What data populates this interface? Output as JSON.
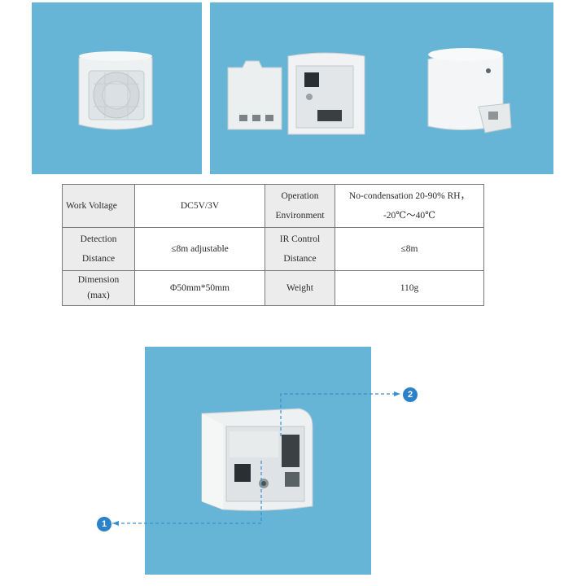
{
  "specs_table": {
    "rows": [
      {
        "label1": "Work Voltage",
        "value1": "DC5V/3V",
        "label2a": "Operation",
        "label2b": "Environment",
        "value2a": "No-condensation 20-90% RH，",
        "value2b": "-20℃～40℃"
      },
      {
        "label1a": "Detection",
        "label1b": "Distance",
        "value1": "≤8m adjustable",
        "label2a": "IR Control",
        "label2b": "Distance",
        "value2": "≤8m"
      },
      {
        "label1a": "Dimension",
        "label1b": "(max)",
        "value1": "Φ50mm*50mm",
        "label2": "Weight",
        "value2": "110g"
      }
    ]
  },
  "callouts": {
    "one": "1",
    "two": "2"
  },
  "colors": {
    "photo_background": "#67b5d6",
    "callout_blue": "#2b82c9",
    "table_label_bg": "#ececec"
  }
}
